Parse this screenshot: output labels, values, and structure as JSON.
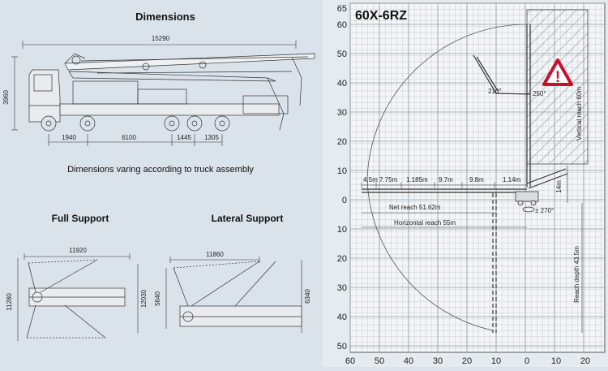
{
  "left": {
    "title": "Dimensions",
    "dim_total_length": "15290",
    "dim_height": "3960",
    "dim_axle_1": "1940",
    "dim_axle_2": "6100",
    "dim_axle_3": "1445",
    "dim_axle_4": "1305",
    "note": "Dimensions varing according to truck assembly",
    "full_support": {
      "title": "Full Support",
      "width_top": "11920",
      "height_left": "11280",
      "height_right": "12030"
    },
    "lateral_support": {
      "title": "Lateral Support",
      "width_top": "11860",
      "height_left": "5640",
      "height_right": "6340"
    }
  },
  "diagram": {
    "model": "60X-6RZ",
    "y_ticks_up": [
      "65",
      "60",
      "50",
      "40",
      "30",
      "20",
      "10",
      "0"
    ],
    "y_ticks_down": [
      "10",
      "20",
      "30",
      "40",
      "50"
    ],
    "x_ticks": [
      "60",
      "50",
      "40",
      "30",
      "20",
      "10",
      "0",
      "10",
      "20"
    ],
    "angle_1": "210°",
    "angle_2": "250°",
    "rotation": "± 270°",
    "vertical_reach": "Vertical reach 60m",
    "section_lengths": [
      "4.5m",
      "7.75m",
      "1.185m",
      "9.7m",
      "9.8m",
      "1.14m"
    ],
    "net_reach": "Net reach 51.62m",
    "horizontal_reach": "Horizontal reach 55m",
    "height_14": "14m",
    "reach_depth": "Reach depth 43.5m",
    "accent_color": "#c8102e"
  }
}
